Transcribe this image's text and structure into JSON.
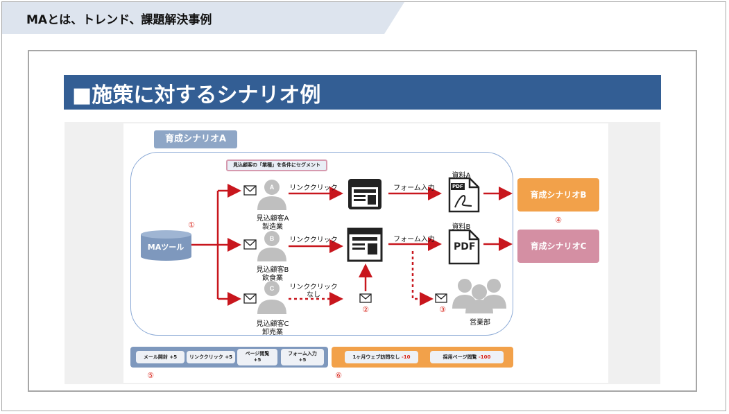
{
  "header": {
    "title": "MAとは、トレンド、課題解決事例"
  },
  "slide": {
    "title": "■施策に対するシナリオ例",
    "scenario_label": "育成シナリオA",
    "segment_note": "見込顧客の「業種」を条件にセグメント",
    "ma_tool": "MAツール",
    "prospects": [
      {
        "initial": "A",
        "name": "見込顧客A",
        "industry": "製造業"
      },
      {
        "initial": "B",
        "name": "見込顧客B",
        "industry": "飲食業"
      },
      {
        "initial": "C",
        "name": "見込顧客C",
        "industry": "卸売業"
      }
    ],
    "link_click": "リンククリック",
    "link_click_none_1": "リンククリック",
    "link_click_none_2": "なし",
    "form_input": "フォーム入力",
    "doc_a": "資料A",
    "doc_b": "資料B",
    "sales": "営業部",
    "outcome_b": "育成シナリオB",
    "outcome_c": "育成シナリオC",
    "markers": {
      "m1": "①",
      "m2": "②",
      "m3": "③",
      "m4": "④",
      "m5": "⑤",
      "m6": "⑥"
    },
    "score_plus": [
      {
        "label": "メール開封 +5"
      },
      {
        "label": "リンククリック +5"
      },
      {
        "label_1": "ページ閲覧",
        "label_2": "+5"
      },
      {
        "label_1": "フォーム入力",
        "label_2": "+5"
      }
    ],
    "score_minus": [
      {
        "label": "1ヶ月ウェブ訪問なし",
        "value": "-10"
      },
      {
        "label": "採用ページ閲覧",
        "value": "-100"
      }
    ],
    "pdf_text": "PDF",
    "colors": {
      "arrow": "#c8161d",
      "banner": "#335e94",
      "outcome_b": "#f2a14a",
      "outcome_c": "#d48fa3"
    }
  }
}
